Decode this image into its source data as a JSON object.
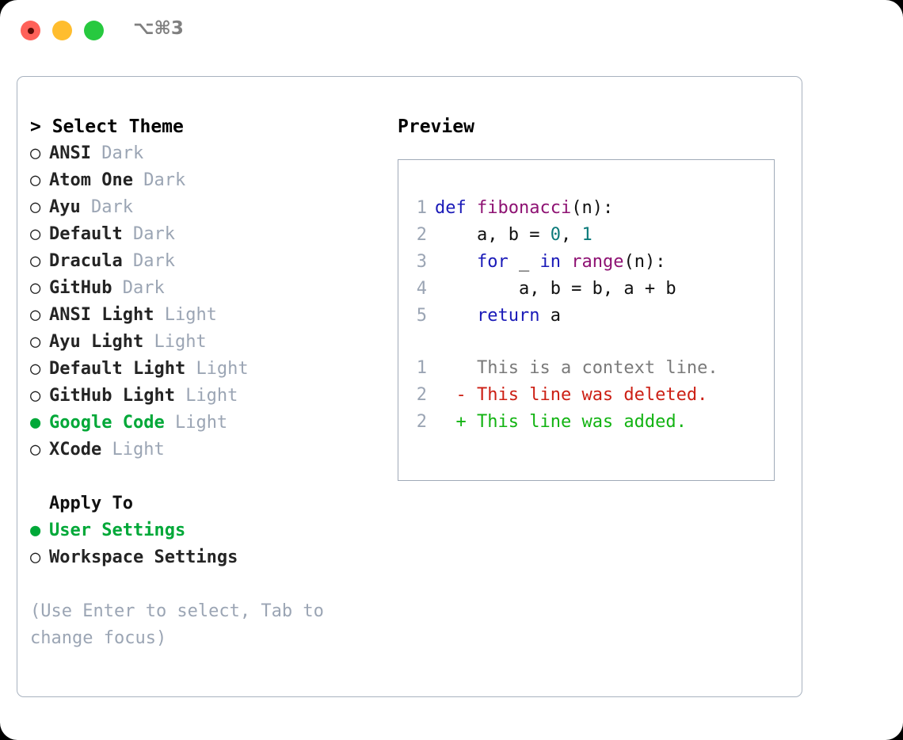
{
  "titlebar": {
    "shortcut": "⌥⌘3",
    "buttons": [
      {
        "name": "close",
        "color": "#ff6159"
      },
      {
        "name": "minimize",
        "color": "#ffbd2e"
      },
      {
        "name": "maximize",
        "color": "#27c93f"
      }
    ]
  },
  "theme_picker": {
    "heading": "> Select Theme",
    "marker_unselected": "○",
    "marker_selected": "●",
    "items": [
      {
        "marker": "○",
        "name": "ANSI",
        "tag": "Dark",
        "selected": false
      },
      {
        "marker": "○",
        "name": "Atom One",
        "tag": "Dark",
        "selected": false
      },
      {
        "marker": "○",
        "name": "Ayu",
        "tag": "Dark",
        "selected": false
      },
      {
        "marker": "○",
        "name": "Default",
        "tag": "Dark",
        "selected": false
      },
      {
        "marker": "○",
        "name": "Dracula",
        "tag": "Dark",
        "selected": false
      },
      {
        "marker": "○",
        "name": "GitHub",
        "tag": "Dark",
        "selected": false
      },
      {
        "marker": "○",
        "name": "ANSI Light",
        "tag": "Light",
        "selected": false
      },
      {
        "marker": "○",
        "name": "Ayu Light",
        "tag": "Light",
        "selected": false
      },
      {
        "marker": "○",
        "name": "Default Light",
        "tag": "Light",
        "selected": false
      },
      {
        "marker": "○",
        "name": "GitHub Light",
        "tag": "Light",
        "selected": false
      },
      {
        "marker": "●",
        "name": "Google Code",
        "tag": "Light",
        "selected": true
      },
      {
        "marker": "○",
        "name": "XCode",
        "tag": "Light",
        "selected": false
      }
    ]
  },
  "apply_to": {
    "heading": "Apply To",
    "items": [
      {
        "marker": "●",
        "name": "User Settings",
        "selected": true
      },
      {
        "marker": "○",
        "name": "Workspace Settings",
        "selected": false
      }
    ]
  },
  "hint": "(Use Enter to select, Tab to change focus)",
  "preview": {
    "title": "Preview",
    "code_lines": [
      {
        "n": "1",
        "tokens": [
          {
            "t": "def ",
            "c": "kw"
          },
          {
            "t": "fibonacci",
            "c": "fn"
          },
          {
            "t": "(n):",
            "c": "pl"
          }
        ]
      },
      {
        "n": "2",
        "tokens": [
          {
            "t": "    a, b = ",
            "c": "pl"
          },
          {
            "t": "0",
            "c": "num"
          },
          {
            "t": ", ",
            "c": "pl"
          },
          {
            "t": "1",
            "c": "num"
          }
        ]
      },
      {
        "n": "3",
        "tokens": [
          {
            "t": "    ",
            "c": "pl"
          },
          {
            "t": "for",
            "c": "kw"
          },
          {
            "t": " _ ",
            "c": "pl"
          },
          {
            "t": "in",
            "c": "kw"
          },
          {
            "t": " ",
            "c": "pl"
          },
          {
            "t": "range",
            "c": "fn"
          },
          {
            "t": "(n):",
            "c": "pl"
          }
        ]
      },
      {
        "n": "4",
        "tokens": [
          {
            "t": "        a, b = b, a + b",
            "c": "pl"
          }
        ]
      },
      {
        "n": "5",
        "tokens": [
          {
            "t": "    ",
            "c": "pl"
          },
          {
            "t": "return",
            "c": "kw"
          },
          {
            "t": " a",
            "c": "pl"
          }
        ]
      }
    ],
    "diff_lines": [
      {
        "n": "1",
        "sign": " ",
        "text": " This is a context line.",
        "kind": "ctx"
      },
      {
        "n": "2",
        "sign": "-",
        "text": " This line was deleted.",
        "kind": "del"
      },
      {
        "n": "2",
        "sign": "+",
        "text": " This line was added.",
        "kind": "add"
      }
    ]
  },
  "colors": {
    "accent_green": "#00a838",
    "muted": "#9ba5b4",
    "keyword": "#1a1ab8",
    "function": "#8e1273",
    "number": "#0b7a7a",
    "deleted": "#cc1f14",
    "added": "#12b312",
    "border": "#a8b2bf"
  }
}
